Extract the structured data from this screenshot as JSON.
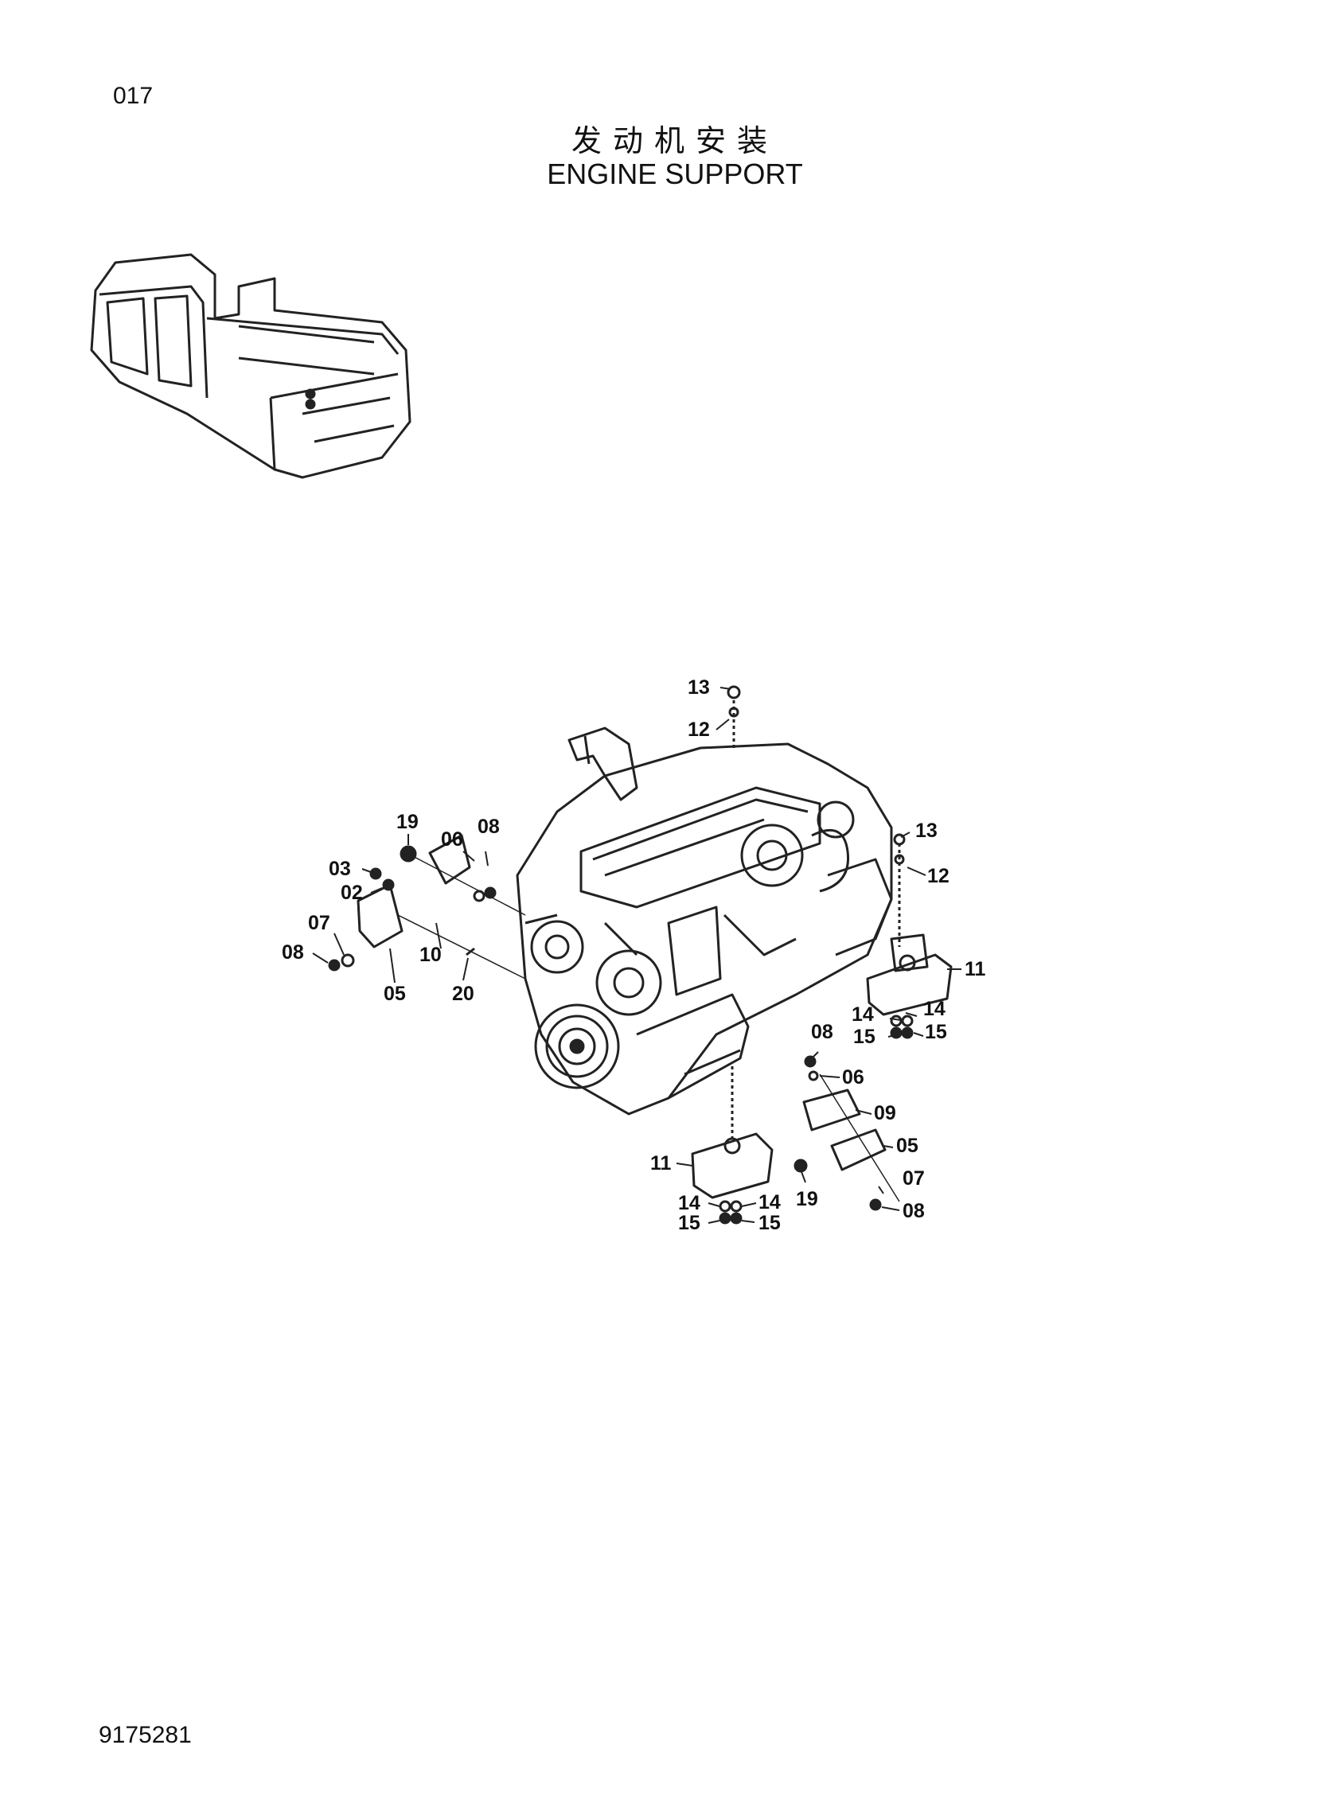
{
  "header": {
    "page_number": "017",
    "title_cn": "发动机安装",
    "title_en": "ENGINE SUPPORT"
  },
  "footer": {
    "document_number": "9175281"
  },
  "icons": {
    "locator": "excavator-locator-icon",
    "assembly": "engine-assembly-drawing"
  },
  "callouts": {
    "c13a": "13",
    "c12a": "12",
    "c19a": "19",
    "c06a": "06",
    "c08a": "08",
    "c03": "03",
    "c02": "02",
    "c07a": "07",
    "c08b": "08",
    "c10": "10",
    "c05a": "05",
    "c20": "20",
    "c13b": "13",
    "c12b": "12",
    "c11a": "11",
    "c14a": "14",
    "c14b": "14",
    "c15a": "15",
    "c15b": "15",
    "c08c": "08",
    "c06b": "06",
    "c09": "09",
    "c05b": "05",
    "c11b": "11",
    "c07b": "07",
    "c08d": "08",
    "c19b": "19",
    "c14c": "14",
    "c14d": "14",
    "c15c": "15",
    "c15d": "15"
  }
}
